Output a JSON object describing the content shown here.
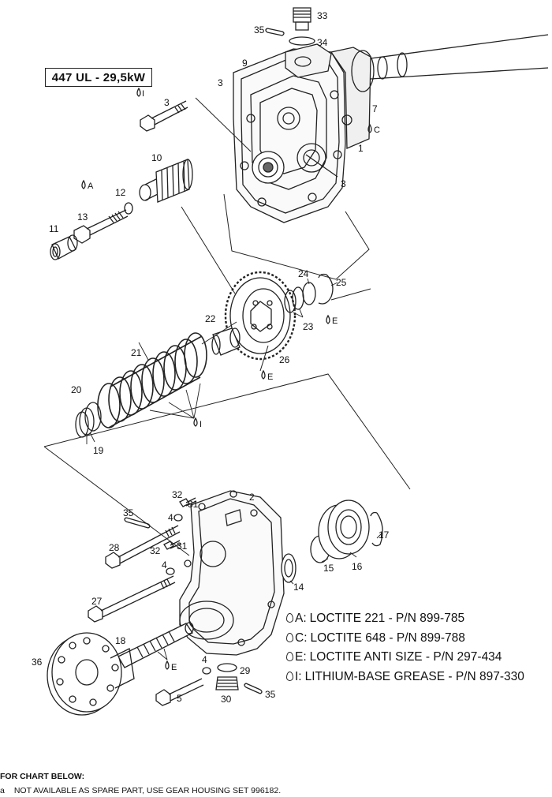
{
  "title": "447 UL - 29,5kW",
  "callouts": {
    "c1": "1",
    "c2": "2",
    "c3a": "3",
    "c3b": "3",
    "c3c": "3",
    "c4a": "4",
    "c4b": "4",
    "c4c": "4",
    "c5": "5",
    "c7": "7",
    "c9": "9",
    "c10": "10",
    "c11": "11",
    "c12": "12",
    "c13": "13",
    "c14": "14",
    "c15": "15",
    "c16": "16",
    "c17": "17",
    "c18": "18",
    "c19": "19",
    "c20": "20",
    "c21": "21",
    "c22": "22",
    "c23": "23",
    "c24": "24",
    "c25": "25",
    "c26": "26",
    "c27": "27",
    "c28": "28",
    "c29": "29",
    "c30": "30",
    "c31a": "31",
    "c31b": "31",
    "c32a": "32",
    "c32b": "32",
    "c33": "33",
    "c34": "34",
    "c35a": "35",
    "c35b": "35",
    "c35c": "35",
    "c36": "36"
  },
  "drop_labels": {
    "i_top": "I",
    "a_bolt": "A",
    "c_housing": "C",
    "e_right": "E",
    "e_gear": "E",
    "i_spring": "I",
    "e_shaft": "E"
  },
  "legend": [
    {
      "code": "A:",
      "text": "LOCTITE 221 - P/N 899-785"
    },
    {
      "code": "C:",
      "text": "LOCTITE 648 - P/N 899-788"
    },
    {
      "code": "E:",
      "text": "LOCTITE ANTI SIZE - P/N 297-434"
    },
    {
      "code": "I:",
      "text": "LITHIUM-BASE GREASE - P/N 897-330"
    }
  ],
  "notes": {
    "heading": "FOR CHART BELOW:",
    "items": [
      {
        "mark": "a",
        "text": "NOT AVAILABLE AS SPARE PART, USE GEAR HOUSING SET 996182."
      }
    ]
  }
}
